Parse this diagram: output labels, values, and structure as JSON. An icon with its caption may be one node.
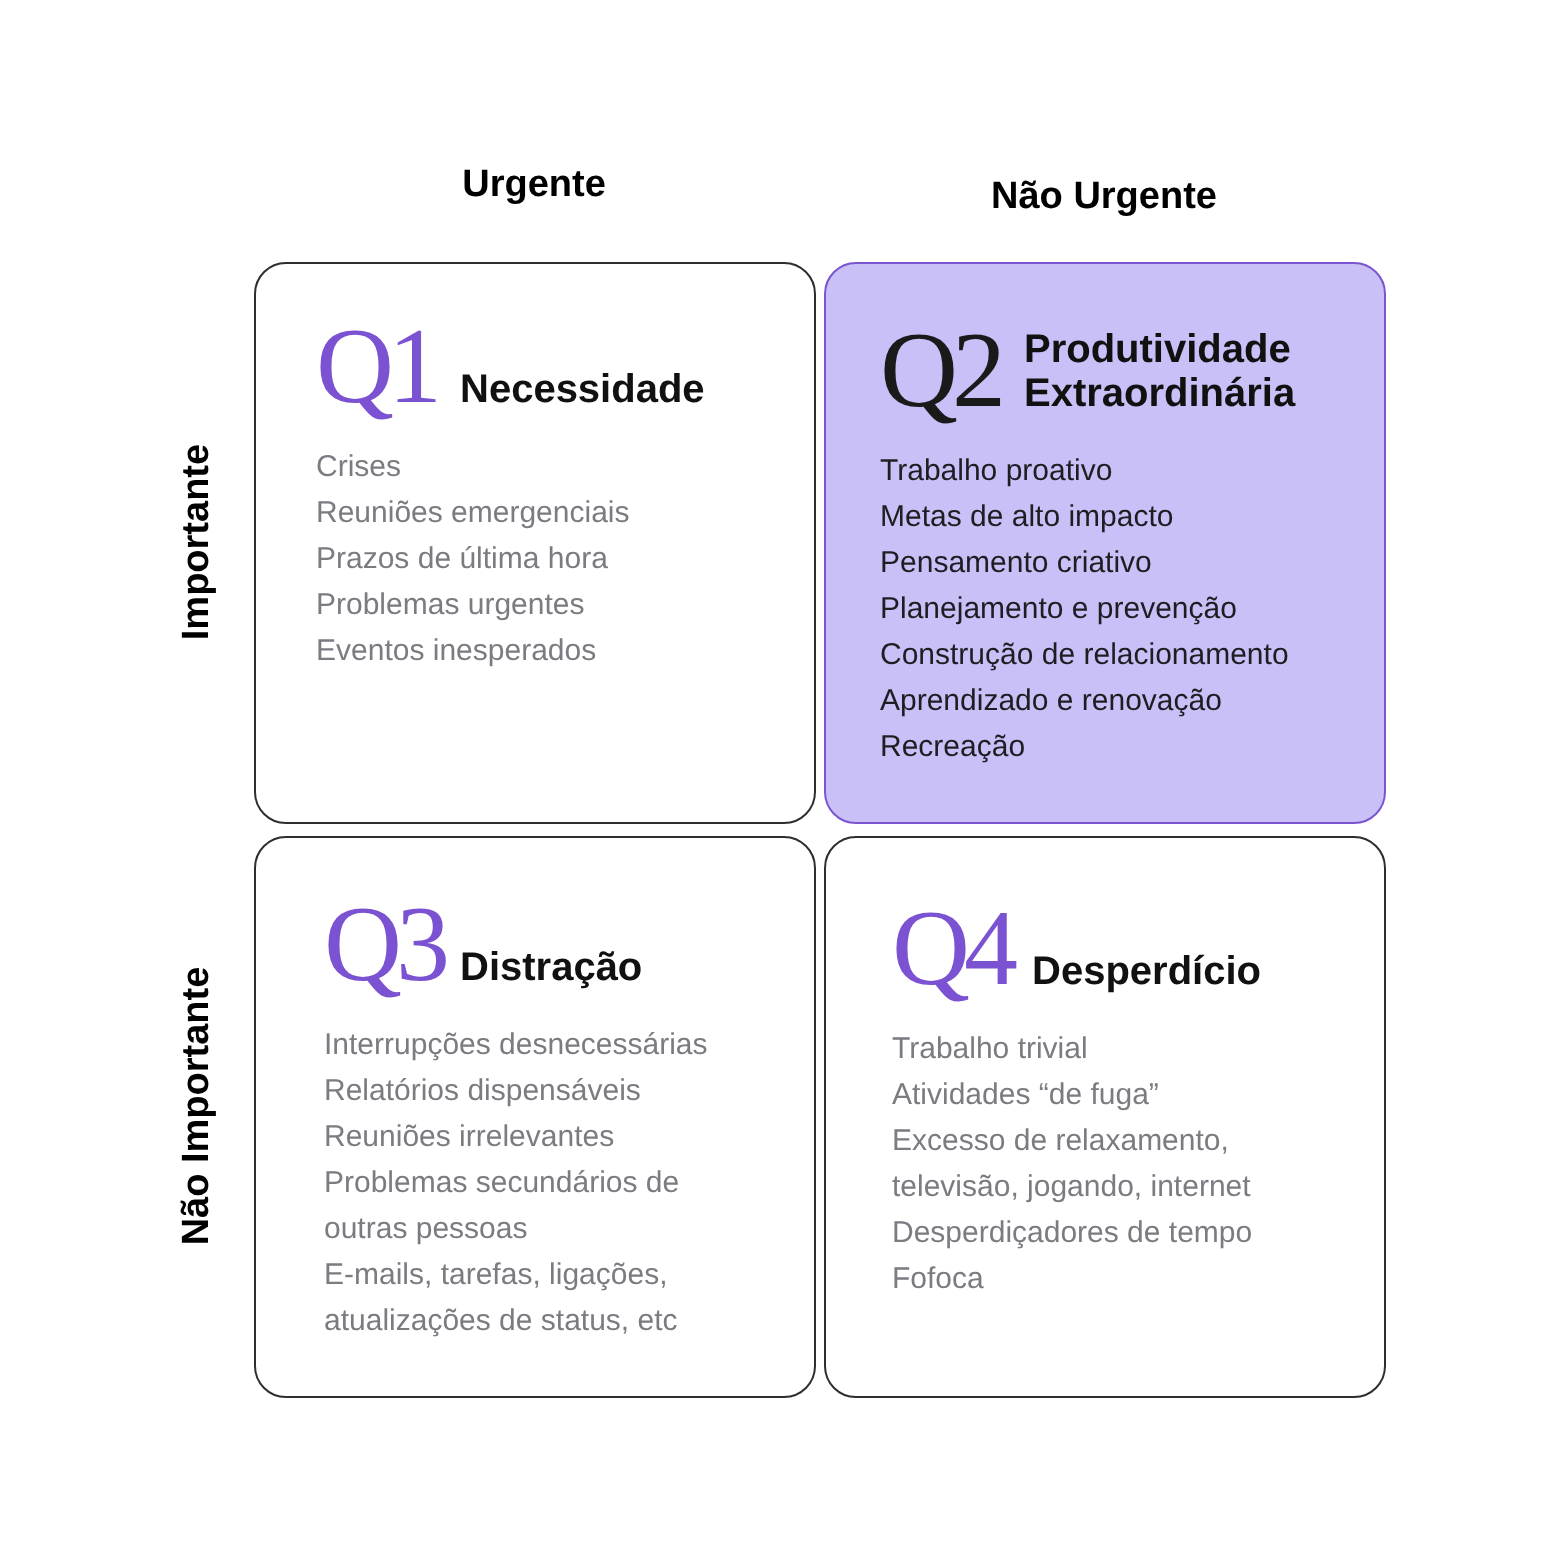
{
  "diagram": {
    "nodes": [
      {
        "text": [
          "Q1",
          "Necessidade",
          "Crises",
          "Reuniões emergenciais",
          "Prazos de última hora",
          "Problemas urgentes",
          "Eventos inesperados"
        ]
      },
      {
        "text": [
          "Q2",
          "Produtividade Extraordinária",
          "Trabalho proativo",
          "Metas de alto impacto",
          "Pensamento criativo",
          "Planejamento e prevenção",
          "Construção de relacionamento",
          "Aprendizado e renovação",
          "Recreação"
        ]
      },
      {
        "text": [
          "Q3",
          "Distração",
          "Interrupções desnecessárias",
          "Relatórios dispensáveis",
          "Reuniões irrelevantes",
          "Problemas secundários de outras pessoas",
          "E-mails, tarefas, ligações, atualizações de status, etc"
        ]
      },
      {
        "text": [
          "Q4",
          "Desperdício",
          "Trabalho trivial",
          "Atividades “de fuga”",
          "Excesso de relaxamento, televisão, jogando, internet",
          "Desperdiçadores de tempo",
          "Fofoca"
        ]
      }
    ],
    "labels": [
      "Urgente",
      "Não Urgente",
      "Importante",
      "Não Importante"
    ]
  }
}
